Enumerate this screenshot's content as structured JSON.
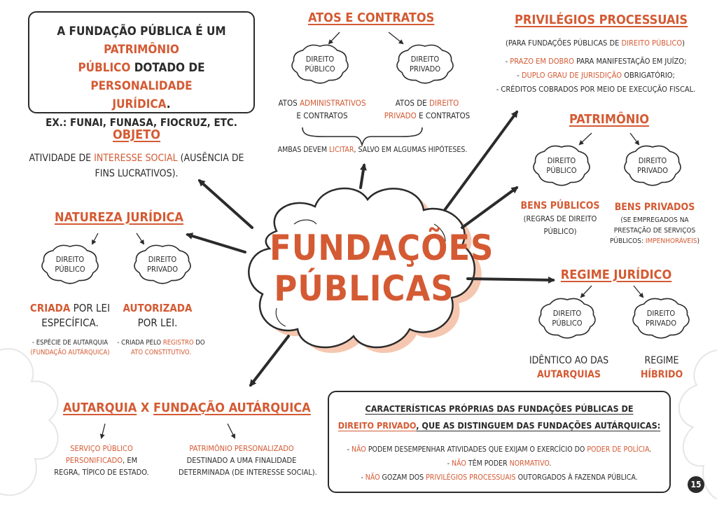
{
  "center": {
    "line1": "FUNDAÇÕES",
    "line2": "PÚBLICAS"
  },
  "definition": {
    "p1": "A FUNDAÇÃO PÚBLICA É UM ",
    "p2": "PATRIMÔNIO",
    "p3": "PÚBLICO",
    "p4": " DOTADO DE ",
    "p5": "PERSONALIDADE",
    "p6": "JURÍDICA",
    "p7": ".",
    "example": "EX.: FUNAI, FUNASA, FIOCRUZ, ETC."
  },
  "objeto": {
    "title": "OBJETO",
    "l1a": "ATIVIDADE DE ",
    "l1b": "INTERESSE SOCIAL",
    "l1c": " (AUSÊNCIA DE",
    "l2": "FINS LUCRATIVOS)."
  },
  "natureza": {
    "title": "NATUREZA JURÍDICA",
    "cloud_pub_1": "DIREITO",
    "cloud_pub_2": "PÚBLICO",
    "cloud_priv_1": "DIREITO",
    "cloud_priv_2": "PRIVADO",
    "pub_a": "CRIADA",
    "pub_b": " POR LEI",
    "pub_c": "ESPECÍFICA.",
    "pub_note1": "- ESPÉCIE DE AUTARQUIA",
    "pub_note2": "(FUNDAÇÃO AUTÁRQUICA)",
    "priv_a": "AUTORIZADA",
    "priv_b": "POR LEI.",
    "priv_note1a": "- CRIADA PELO ",
    "priv_note1b": "REGISTRO",
    "priv_note1c": " DO",
    "priv_note2": "ATO CONSTITUTIVO."
  },
  "autarquia": {
    "title_a": "AUTARQUIA",
    "title_x": " X ",
    "title_b": "FUNDAÇÃO AUTÁRQUICA",
    "left1": "SERVIÇO PÚBLICO",
    "left2a": "PERSONIFICADO",
    "left2b": ", EM",
    "left3": "REGRA, TÍPICO DE ESTADO.",
    "right1": "PATRIMÔNIO PERSONALIZADO",
    "right2": "DESTINADO A UMA FINALIDADE",
    "right3": "DETERMINADA (DE INTERESSE SOCIAL)."
  },
  "atos": {
    "title": "ATOS E CONTRATOS",
    "cloud_pub_1": "DIREITO",
    "cloud_pub_2": "PÚBLICO",
    "cloud_priv_1": "DIREITO",
    "cloud_priv_2": "PRIVADO",
    "left1a": "ATOS ",
    "left1b": "ADMINISTRATIVOS",
    "left2": "E CONTRATOS",
    "right1a": "ATOS DE ",
    "right1b": "DIREITO",
    "right2a": "PRIVADO",
    "right2b": " E CONTRATOS",
    "both_a": "AMBAS DEVEM ",
    "both_b": "LICITAR",
    "both_c": ", SALVO EM ALGUMAS HIPÓTESES."
  },
  "privilegios": {
    "title": "PRIVILÉGIOS PROCESSUAIS",
    "sub_a": "(PARA FUNDAÇÕES PÚBLICAS DE ",
    "sub_b": "DIREITO PÚBLICO",
    "sub_c": ")",
    "i1a": "- ",
    "i1b": "PRAZO EM DOBRO",
    "i1c": " PARA MANIFESTAÇÃO EM JUÍZO;",
    "i2a": "- ",
    "i2b": "DUPLO GRAU DE JURISDIÇÃO",
    "i2c": " OBRIGATÓRIO;",
    "i3": "- CRÉDITOS COBRADOS POR MEIO DE EXECUÇÃO FISCAL."
  },
  "patrimonio": {
    "title": "PATRIMÔNIO",
    "cloud_pub_1": "DIREITO",
    "cloud_pub_2": "PÚBLICO",
    "cloud_priv_1": "DIREITO",
    "cloud_priv_2": "PRIVADO",
    "pub_a": "BENS PÚBLICOS",
    "pub_b": "(REGRAS DE DIREITO",
    "pub_c": "PÚBLICO)",
    "priv_a": "BENS PRIVADOS",
    "priv_b": "(SE EMPREGADOS NA",
    "priv_c": "PRESTAÇÃO DE SERVIÇOS",
    "priv_d1": "PÚBLICOS: ",
    "priv_d2": "IMPENHORÁVEIS",
    "priv_d3": ")"
  },
  "regime": {
    "title": "REGIME JURÍDICO",
    "cloud_pub_1": "DIREITO",
    "cloud_pub_2": "PÚBLICO",
    "cloud_priv_1": "DIREITO",
    "cloud_priv_2": "PRIVADO",
    "pub_a": "IDÊNTICO AO DAS",
    "pub_b": "AUTARQUIAS",
    "priv_a": "REGIME",
    "priv_b": "HÍBRIDO"
  },
  "caracteristicas": {
    "t1": "CARACTERÍSTICAS PRÓPRIAS DAS FUNDAÇÕES PÚBLICAS DE",
    "t2a": "DIREITO PRIVADO",
    "t2b": ", QUE AS DISTINGUEM DAS FUNDAÇÕES AUTÁRQUICAS:",
    "i1a": "- ",
    "i1b": "NÃO",
    "i1c": " PODEM DESEMPENHAR ATIVIDADES QUE EXIJAM O EXERCÍCIO DO ",
    "i1d": "PODER DE POLÍCIA",
    "i1e": ".",
    "i2a": "- ",
    "i2b": "NÃO",
    "i2c": " TÊM PODER ",
    "i2d": "NORMATIVO",
    "i2e": ".",
    "i3a": "- ",
    "i3b": "NÃO",
    "i3c": " GOZAM DOS ",
    "i3d": "PRIVILÉGIOS PROCESSUAIS",
    "i3e": " OUTORGADOS À FAZENDA PÚBLICA."
  },
  "page_number": "15",
  "colors": {
    "accent": "#d45a33",
    "ink": "#2b2b2b",
    "shadow": "#f6c7b0"
  }
}
